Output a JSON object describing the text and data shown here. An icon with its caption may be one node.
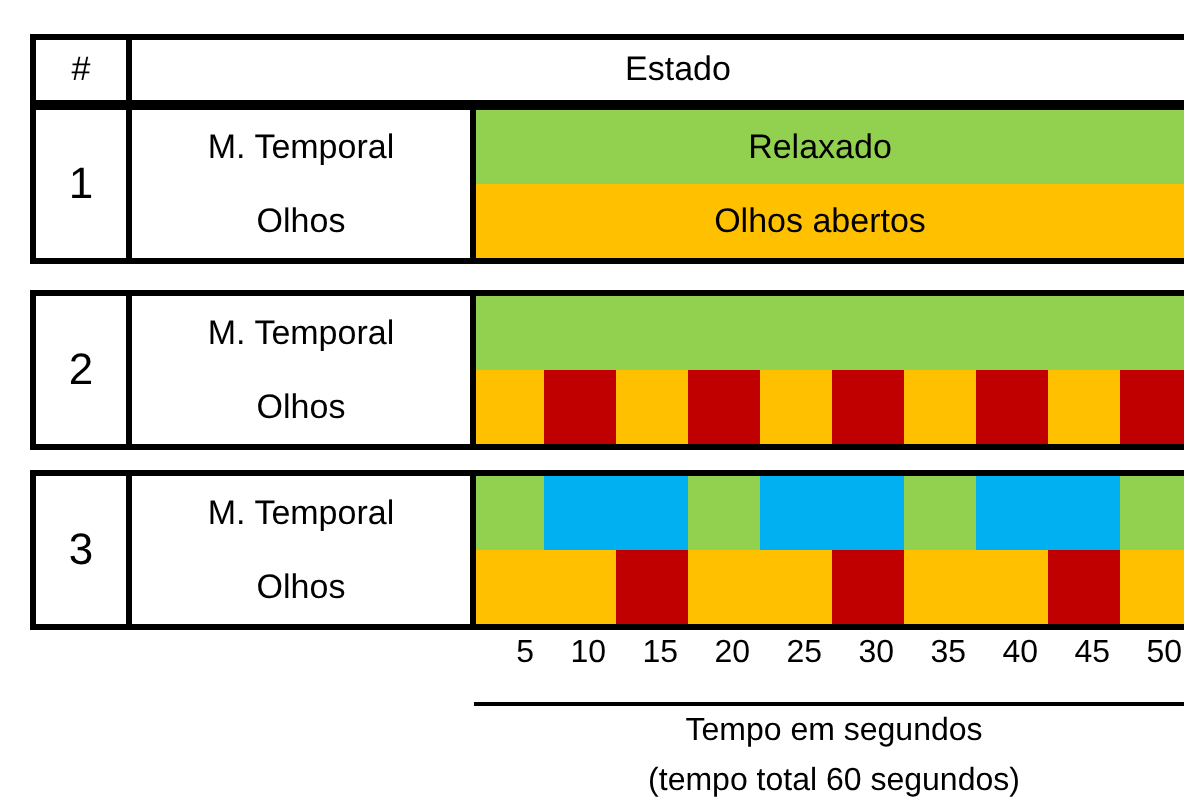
{
  "diagram": {
    "labels": [
      "#",
      "Estado",
      "1",
      "M. Temporal",
      "Relaxado",
      "Olhos",
      "Olhos abertos",
      "2",
      "M. Temporal",
      "Olhos",
      "3",
      "M. Temporal",
      "Olhos",
      "5",
      "10",
      "15",
      "20",
      "25",
      "30",
      "35",
      "40",
      "45",
      "50",
      "Tempo em segundos",
      "(tempo total 60 segundos)"
    ]
  }
}
